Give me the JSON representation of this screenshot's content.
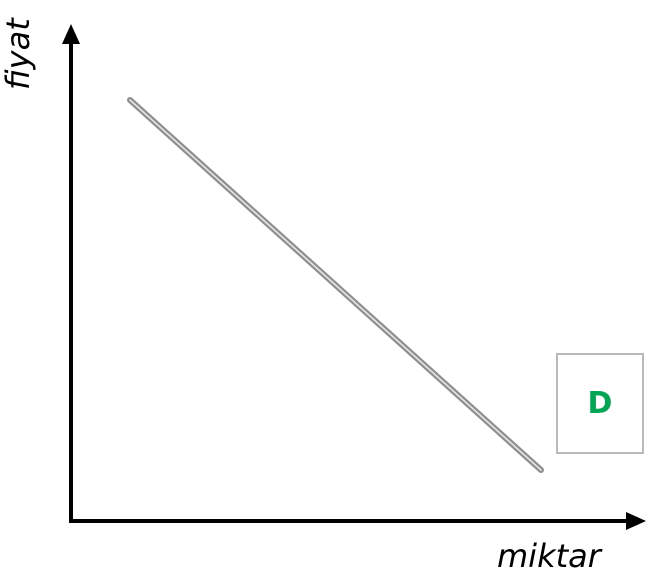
{
  "axes": {
    "y_label": "fiyat",
    "x_label": "miktar"
  },
  "curve": {
    "label": "D",
    "label_color": "#00a651",
    "line_color": "#9e9e9e",
    "slope": "negative"
  },
  "colors": {
    "axis": "#000000",
    "box_border": "#b9b9b9"
  }
}
